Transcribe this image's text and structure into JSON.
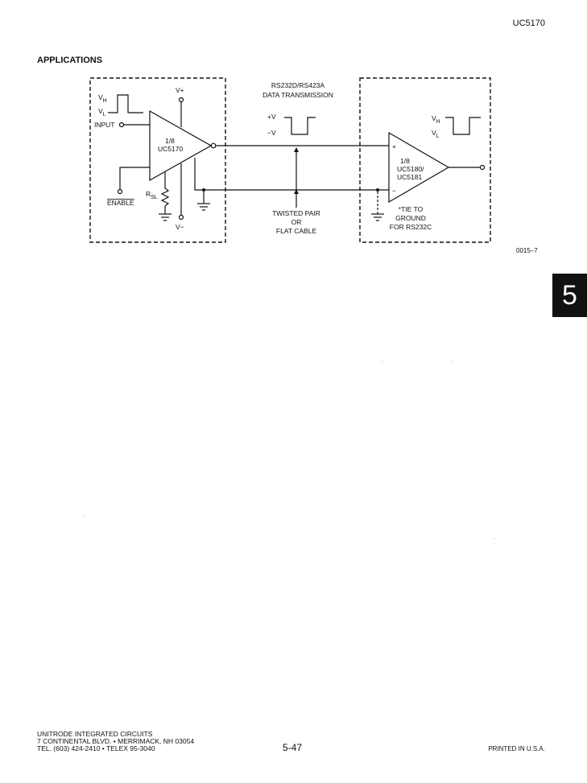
{
  "header": {
    "part_number": "UC5170"
  },
  "section": {
    "heading": "APPLICATIONS"
  },
  "diagram": {
    "driver": {
      "vh_label": "V",
      "vh_sub": "H",
      "vl_label": "V",
      "vl_sub": "L",
      "input_label": "INPUT",
      "fraction": "1/8",
      "device": "UC5170",
      "vplus": "V+",
      "vminus": "V−",
      "rsl_label": "R",
      "rsl_sub": "SL",
      "enable_label": "ENABLE"
    },
    "line": {
      "title_line1": "RS232D/RS423A",
      "title_line2": "DATA TRANSMISSION",
      "plus_v": "+V",
      "minus_v": "−V",
      "cable_line1": "TWISTED PAIR",
      "cable_line2": "OR",
      "cable_line3": "FLAT CABLE"
    },
    "receiver": {
      "fraction": "1/8",
      "device1": "UC5180/",
      "device2": "UC5181",
      "plus_sign": "+",
      "minus_sign": "−",
      "vh_label": "V",
      "vh_sub": "H",
      "vl_label": "V",
      "vl_sub": "L",
      "note_line1": "*TIE TO",
      "note_line2": "GROUND",
      "note_line3": "FOR RS232C"
    }
  },
  "figure_id": "0015–7",
  "chapter_tab": "5",
  "footer": {
    "company": "UNITRODE INTEGRATED CIRCUITS",
    "address": "7 CONTINENTAL BLVD. • MERRIMACK, NH 03054",
    "phone": "TEL. (603) 424-2410 • TELEX 95-3040",
    "page_number": "5-47",
    "printed": "PRINTED IN U.S.A."
  }
}
